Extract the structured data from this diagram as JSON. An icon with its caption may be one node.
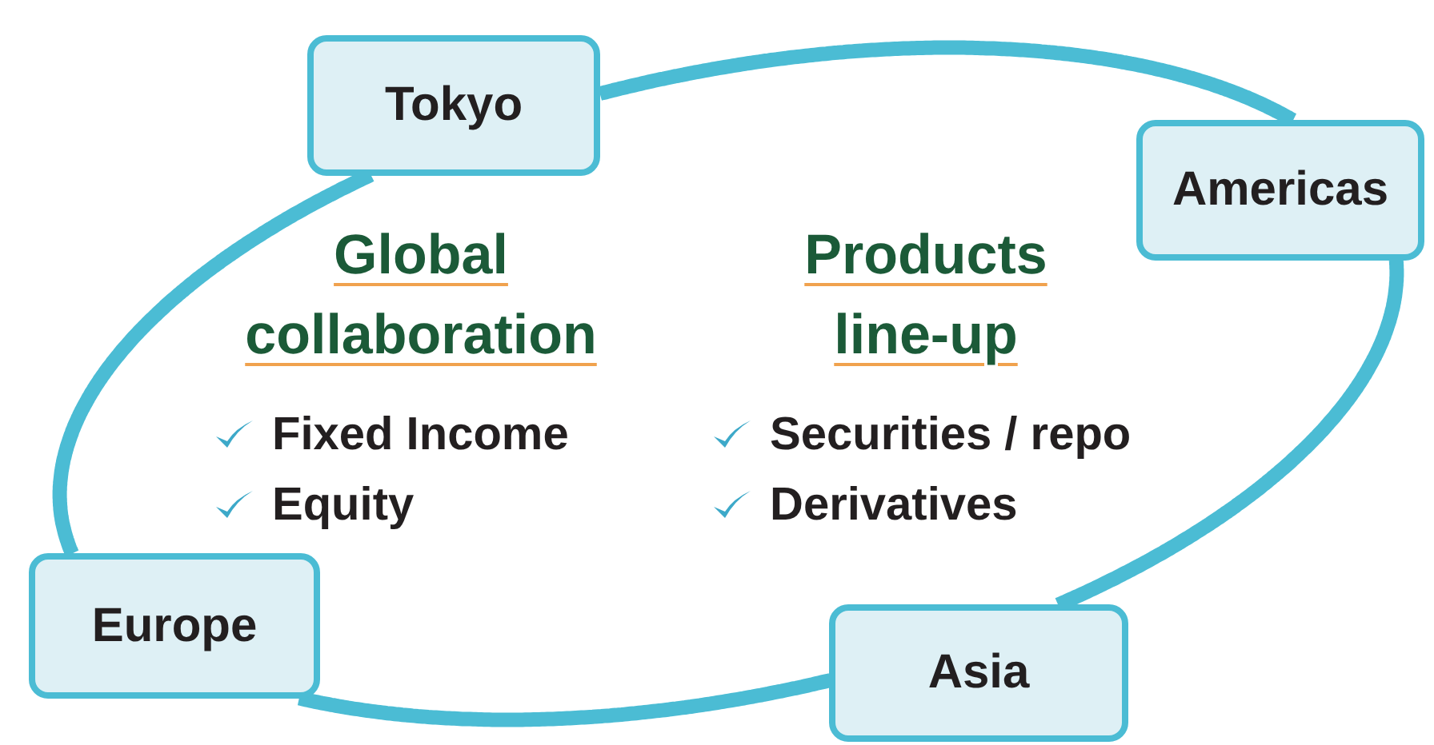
{
  "diagram": {
    "nodes": [
      {
        "text": [
          "Tokyo"
        ]
      },
      {
        "text": [
          "Americas"
        ]
      },
      {
        "text": [
          "Asia"
        ]
      },
      {
        "text": [
          "Europe"
        ]
      }
    ],
    "edges": [
      {
        "from": 0,
        "to": 1,
        "arrow": "none"
      },
      {
        "from": 1,
        "to": 2,
        "arrow": "none"
      },
      {
        "from": 2,
        "to": 3,
        "arrow": "none"
      },
      {
        "from": 3,
        "to": 0,
        "arrow": "none"
      }
    ],
    "labels": [
      "Global collaboration",
      "Fixed Income",
      "Equity",
      "Products line-up",
      "Securities / repo",
      "Derivatives"
    ]
  }
}
